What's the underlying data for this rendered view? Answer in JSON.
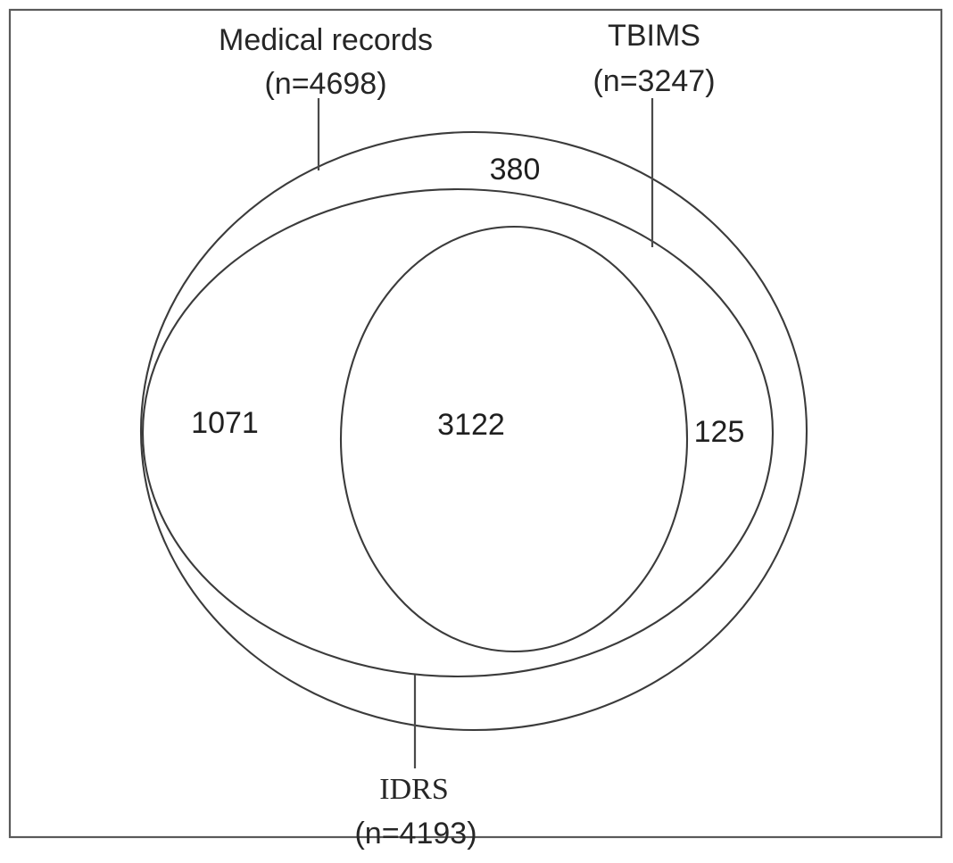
{
  "figure": {
    "type": "venn",
    "background_color": "#ffffff",
    "line_color": "#3b3b3b",
    "text_color": "#1f1f1f",
    "frame_color": "#5a5a5a"
  },
  "chart_data": {
    "type": "venn",
    "title": "",
    "sets": [
      {
        "key": "medical_records",
        "name": "Medical records",
        "total_label": "(n=4698)",
        "total": 4698,
        "shape": "outer-ellipse"
      },
      {
        "key": "tbims",
        "name": "TBIMS",
        "total_label": "(n=3247)",
        "total": 3247,
        "shape": "inner-circle"
      },
      {
        "key": "idrs",
        "name": "IDRS",
        "total_label": "(n=4193)",
        "total": 4193,
        "shape": "middle-ellipse"
      }
    ],
    "regions": [
      {
        "key": "medical_only",
        "label": "380",
        "value": 380,
        "description": "Medical records only (outside IDRS and TBIMS)"
      },
      {
        "key": "medical_idrs_not_tbims",
        "label": "1071",
        "value": 1071,
        "description": "Medical records and IDRS, not TBIMS"
      },
      {
        "key": "all_three",
        "label": "3122",
        "value": 3122,
        "description": "Medical records, IDRS and TBIMS"
      },
      {
        "key": "tbims_outside_idrs",
        "label": "125",
        "value": 125,
        "description": "TBIMS within Medical records but outside IDRS"
      }
    ]
  },
  "labels": {
    "medical_records": {
      "name": "Medical records",
      "count": "(n=4698)"
    },
    "tbims": {
      "name": "TBIMS",
      "count": "(n=3247)"
    },
    "idrs": {
      "name": "IDRS",
      "count": "(n=4193)"
    }
  },
  "counts": {
    "medical_only": "380",
    "medical_idrs": "1071",
    "all_three": "3122",
    "tbims_only": "125"
  }
}
